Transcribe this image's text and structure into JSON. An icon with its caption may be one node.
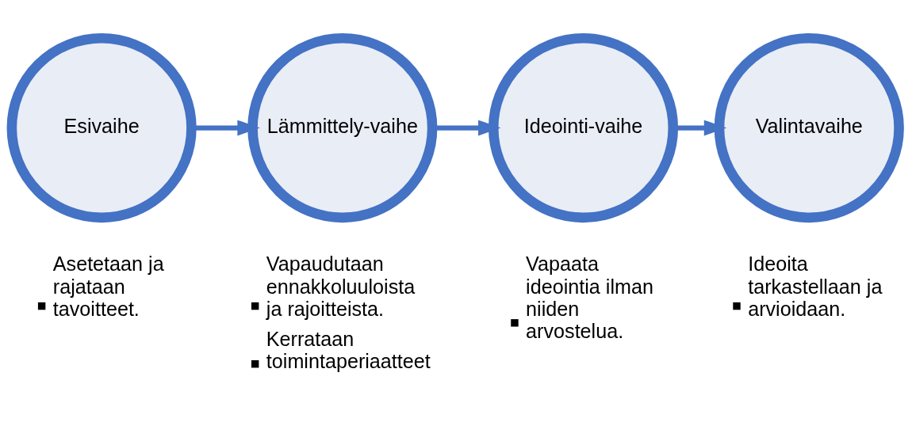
{
  "diagram": {
    "nodes": [
      {
        "text": [
          "Esivaihe"
        ],
        "beside": [
          "Asetetaan ja rajataan tavoitteet."
        ]
      },
      {
        "text": [
          "Lämmittely-vaihe"
        ],
        "beside": [
          "Vapaudutaan ennakkoluuloista ja rajoitteista.",
          "Kerrataan toimintaperiaatteet"
        ]
      },
      {
        "text": [
          "Ideointi-vaihe"
        ],
        "beside": [
          "Vapaata ideointia ilman niiden arvostelua."
        ]
      },
      {
        "text": [
          "Valintavaihe"
        ],
        "beside": [
          "Ideoita tarkastellaan ja arvioidaan."
        ]
      }
    ],
    "edges": [
      {
        "from": 0,
        "to": 1,
        "arrow": "to"
      },
      {
        "from": 1,
        "to": 2,
        "arrow": "to"
      },
      {
        "from": 2,
        "to": 3,
        "arrow": "to"
      }
    ]
  }
}
